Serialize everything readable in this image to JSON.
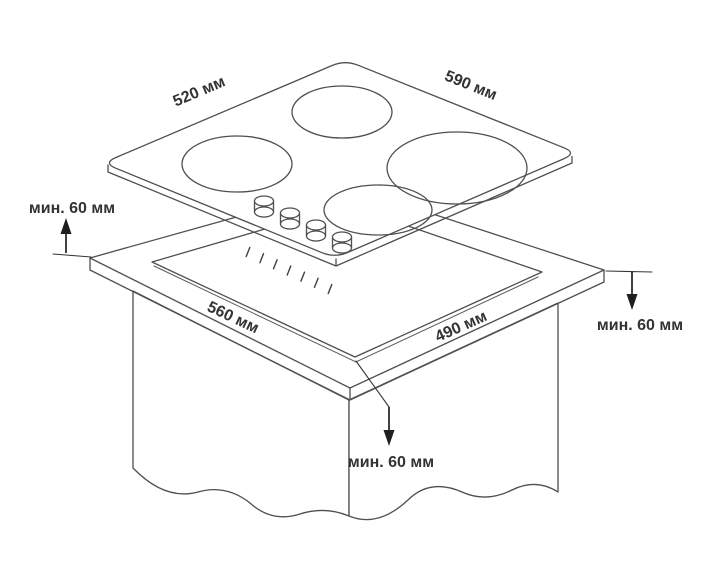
{
  "colors": {
    "background": "#ffffff",
    "line": "#4f4f4f",
    "arrow": "#1f1f1f",
    "label": "#333333"
  },
  "hob": {
    "left_edge_label": "520 мм",
    "right_edge_label": "590 мм",
    "burner_count": 4,
    "knob_count": 4
  },
  "cutout": {
    "left_edge_label": "560 мм",
    "right_edge_label": "490 мм"
  },
  "clearance": {
    "left": "мин. 60 мм",
    "right": "мин. 60 мм",
    "bottom": "мин. 60 мм"
  }
}
